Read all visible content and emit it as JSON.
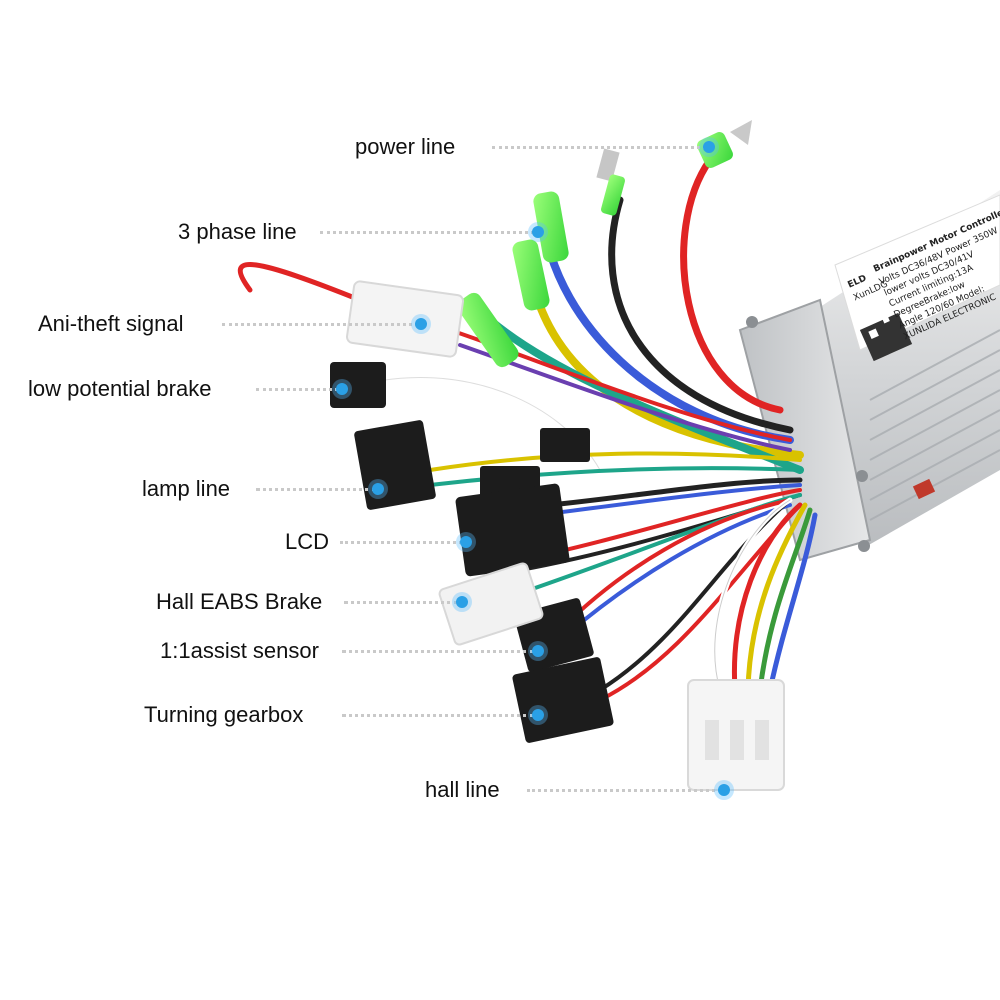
{
  "labels": [
    {
      "id": "power-line",
      "text": "power line"
    },
    {
      "id": "3-phase-line",
      "text": "3 phase line"
    },
    {
      "id": "anti-theft-signal",
      "text": "Ani-theft signal"
    },
    {
      "id": "low-potential-brake",
      "text": "low potential brake"
    },
    {
      "id": "lamp-line",
      "text": "lamp line"
    },
    {
      "id": "lcd",
      "text": "LCD"
    },
    {
      "id": "hall-eabs-brake",
      "text": "Hall EABS Brake"
    },
    {
      "id": "assist-sensor",
      "text": "1:1assist sensor"
    },
    {
      "id": "turning-gearbox",
      "text": "Turning gearbox"
    },
    {
      "id": "hall-line",
      "text": "hall line"
    }
  ],
  "controller": {
    "brand": "XunLDG",
    "logo_text": "ELD",
    "title": "Brainpower Motor Controller",
    "spec_lines": [
      "Volts DC36/48V  Power 350W",
      "lower volts DC30/41V",
      "Current limiting:13A",
      "DegreeBrake:low",
      "Angle 120/60 Model:",
      "XUNLIDA ELECTRONIC"
    ]
  },
  "colors": {
    "marker": "#2aa0e6",
    "dotted_line": "#c9c9c9"
  }
}
